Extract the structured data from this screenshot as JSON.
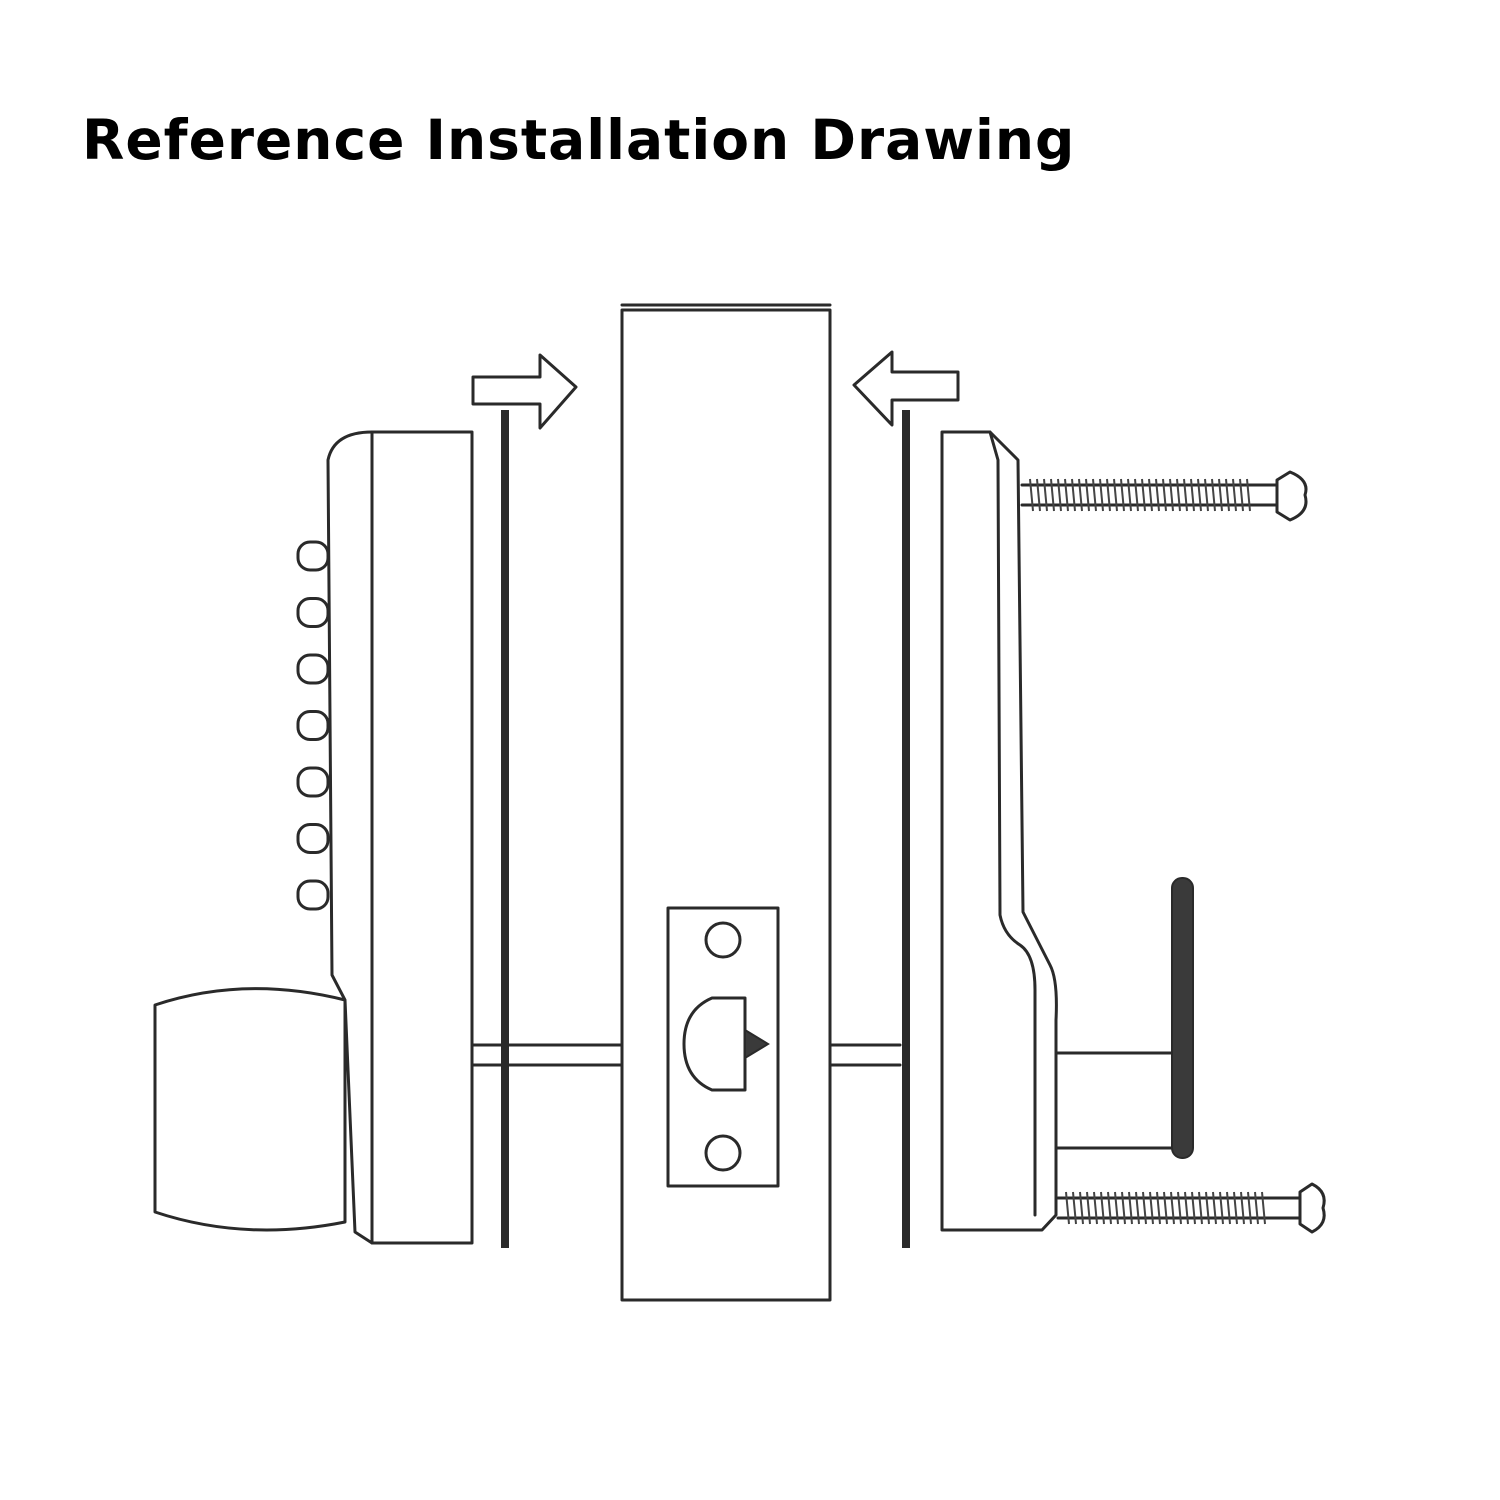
{
  "header": {
    "title": "Reference Installation Drawing"
  },
  "colors": {
    "background": "#ffffff",
    "text": "#000000",
    "line": "#2a2a2a"
  },
  "diagram": {
    "keypad_button_count": 7,
    "parts": [
      "knob",
      "keypad-unit",
      "front-gasket",
      "door-edge",
      "latch-plate",
      "rear-gasket",
      "rear-plate",
      "lever-handle",
      "mounting-screw"
    ]
  }
}
